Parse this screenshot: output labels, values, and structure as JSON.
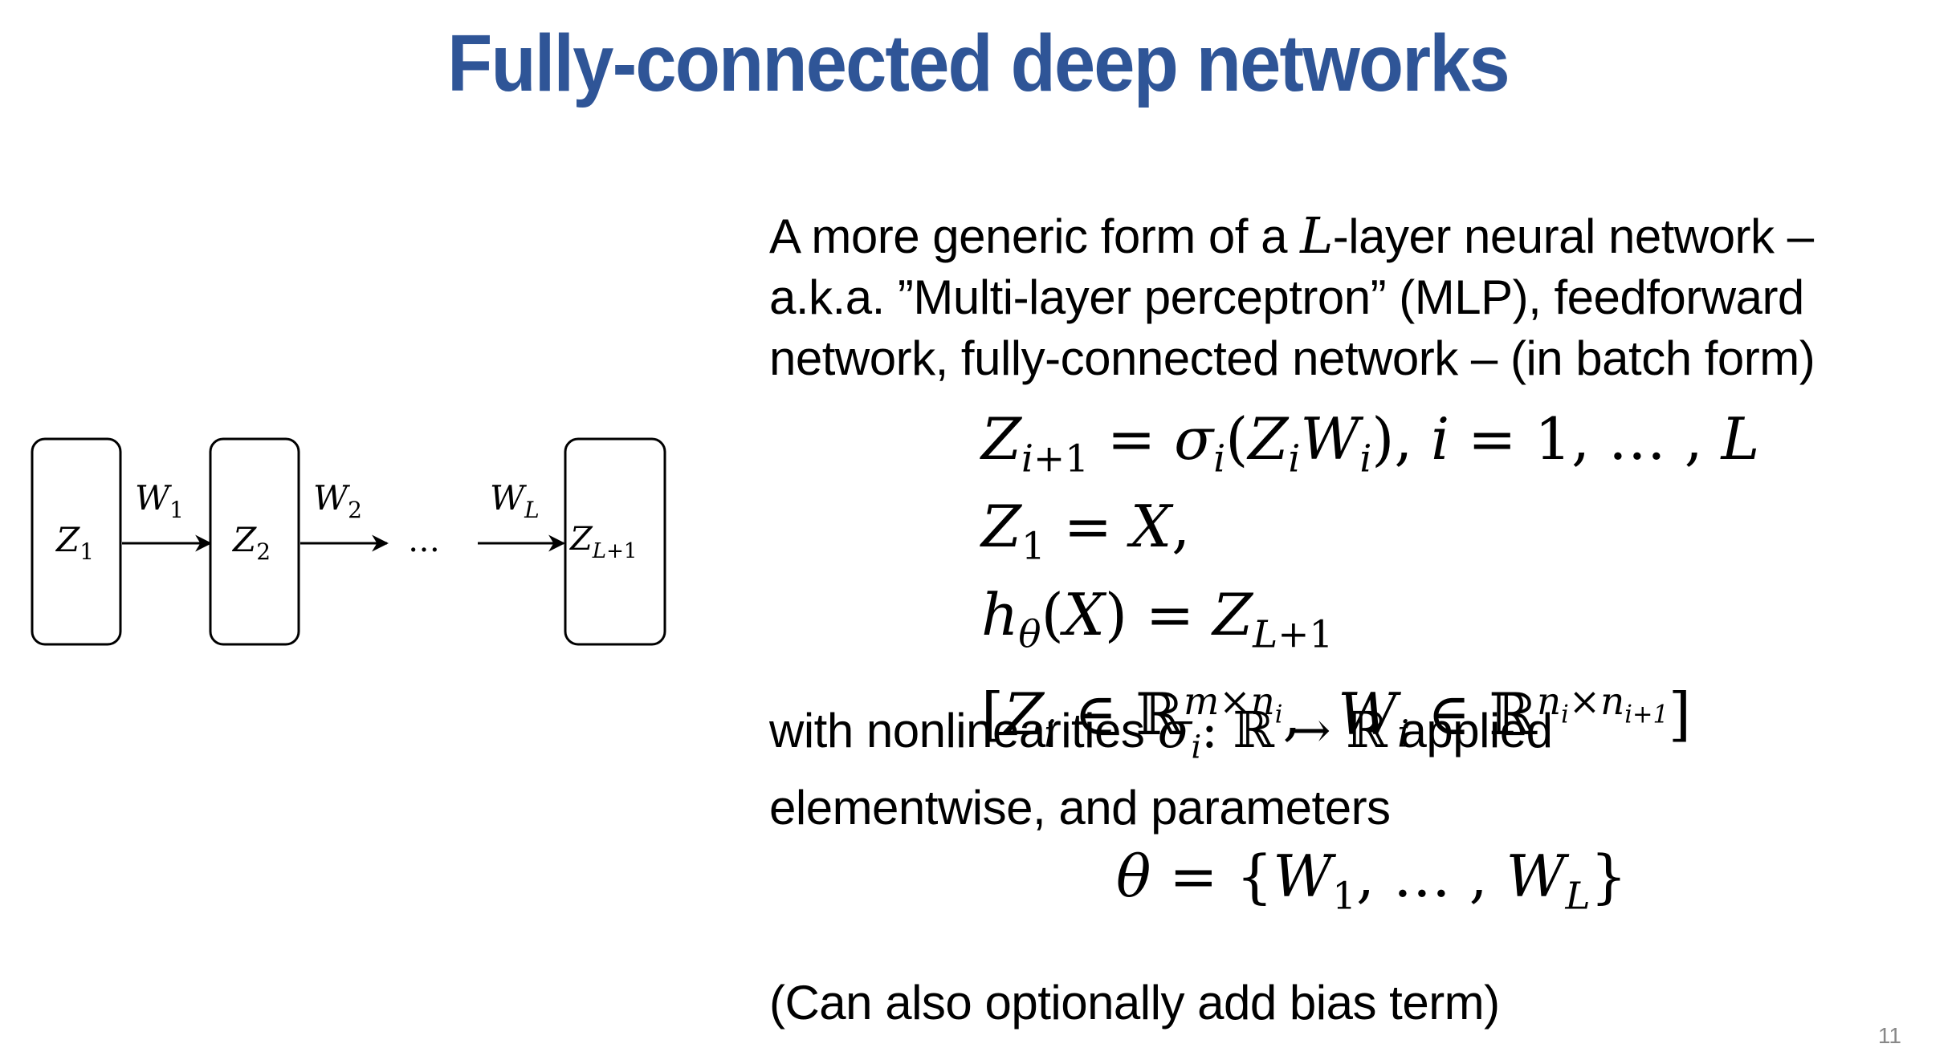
{
  "slide": {
    "title": "Fully-connected deep networks",
    "intro_a": "A more generic form of a ",
    "intro_L": "L",
    "intro_b": "-layer neural network –",
    "intro_line2": "a.k.a. ”Multi-layer perceptron” (MLP), feedforward",
    "intro_line3": "network, fully-connected network – (in batch form)",
    "eq1": "Zᵢ₊₁ = σᵢ(ZᵢWᵢ), i = 1, … , L",
    "eq2": "Z₁ = X,",
    "eq3": "h_θ(X) = Z_{L+1}",
    "eq4": "[Zᵢ ∈ ℝ^{m×nᵢ}, Wᵢ ∈ ℝ^{nᵢ×nᵢ₊₁}]",
    "nonlin_a": "with nonlinearities ",
    "nonlin_math": "σᵢ: ℝ → ℝ",
    "nonlin_b": " applied",
    "nonlin_line2": "elementwise, and parameters",
    "theta_eq": "θ = {W₁, … , W_L}",
    "bias_note": "(Can also optionally add bias term)",
    "page_number": "11"
  },
  "diagram": {
    "nodes": [
      "Z1",
      "Z2",
      "ZL+1"
    ],
    "edges": [
      "W1",
      "W2",
      "WL"
    ],
    "ellipsis": "…"
  }
}
